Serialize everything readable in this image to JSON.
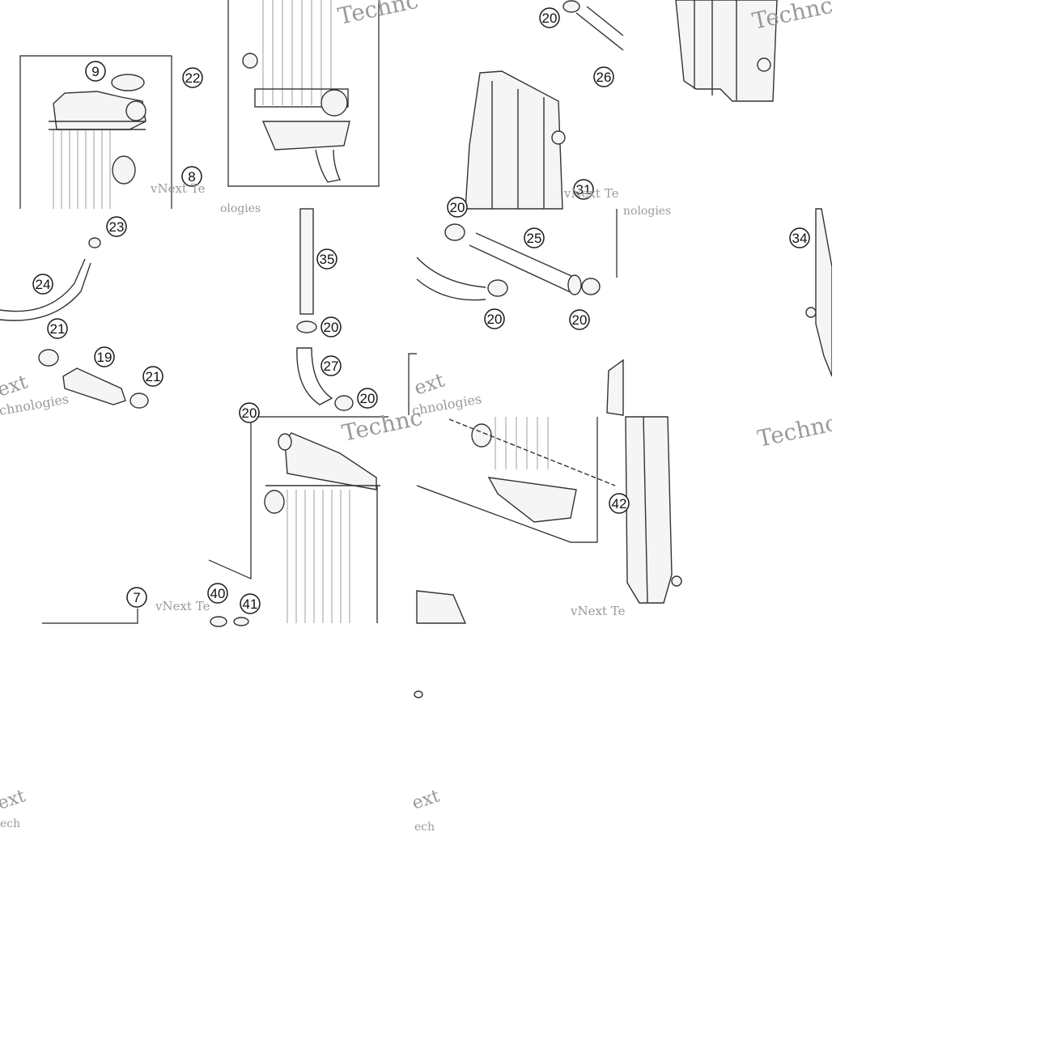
{
  "labels": {
    "l9": "9",
    "l22": "22",
    "l8": "8",
    "l20a": "20",
    "l26": "26",
    "l31": "31",
    "l23": "23",
    "l24": "24",
    "l21a": "21",
    "l19": "19",
    "l21b": "21",
    "l35": "35",
    "l20b": "20",
    "l27": "27",
    "l20c": "20",
    "l20d": "20",
    "l25": "25",
    "l20e": "20",
    "l20f": "20",
    "l20g": "20",
    "l34": "34",
    "l42": "42",
    "l7": "7",
    "l40": "40",
    "l41": "41"
  },
  "watermark": {
    "brand": "vNext Technologies",
    "frag_technc": "Technc",
    "frag_vnext_te": "vNext Te",
    "frag_ologies": "ologies",
    "frag_chnologies": "chnologies",
    "frag_ext": "ext",
    "frag_nologies": "nologies",
    "frag_ech": "ech"
  },
  "colors": {
    "line": "#333333",
    "fins": "#9d9d9d",
    "watermark": "#9a9a9a"
  }
}
